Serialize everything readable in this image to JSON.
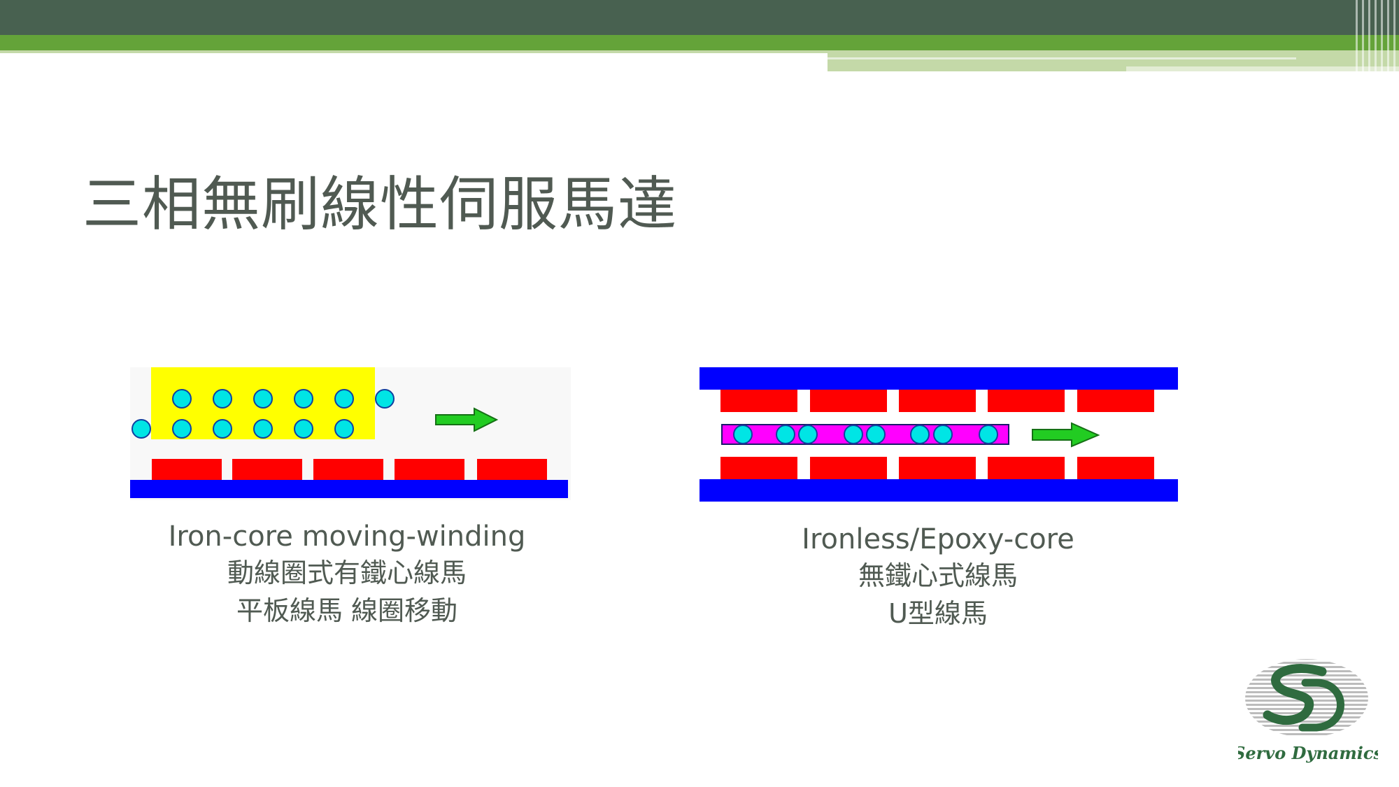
{
  "slide": {
    "title": "三相無刷線性伺服馬達"
  },
  "diagram_left": {
    "colors": {
      "magnet": "#ff0000",
      "base": "#0000ff",
      "coil_core": "#ffff00",
      "conductor": "#00e5e5",
      "arrow": "#22cc22"
    },
    "caption": {
      "line1": "Iron-core moving-winding",
      "line2": "動線圈式有鐵心線馬",
      "line3": "平板線馬 線圈移動"
    }
  },
  "diagram_right": {
    "colors": {
      "magnet": "#ff0000",
      "base": "#0000ff",
      "coil_body": "#ff00ff",
      "conductor": "#00e5e5",
      "arrow": "#22cc22"
    },
    "caption": {
      "line1": "Ironless/Epoxy-core",
      "line2": "無鐵心式線馬",
      "line3": "U型線馬"
    }
  },
  "logo": {
    "text": "Servo Dynamics",
    "color": "#2f6b3f"
  }
}
